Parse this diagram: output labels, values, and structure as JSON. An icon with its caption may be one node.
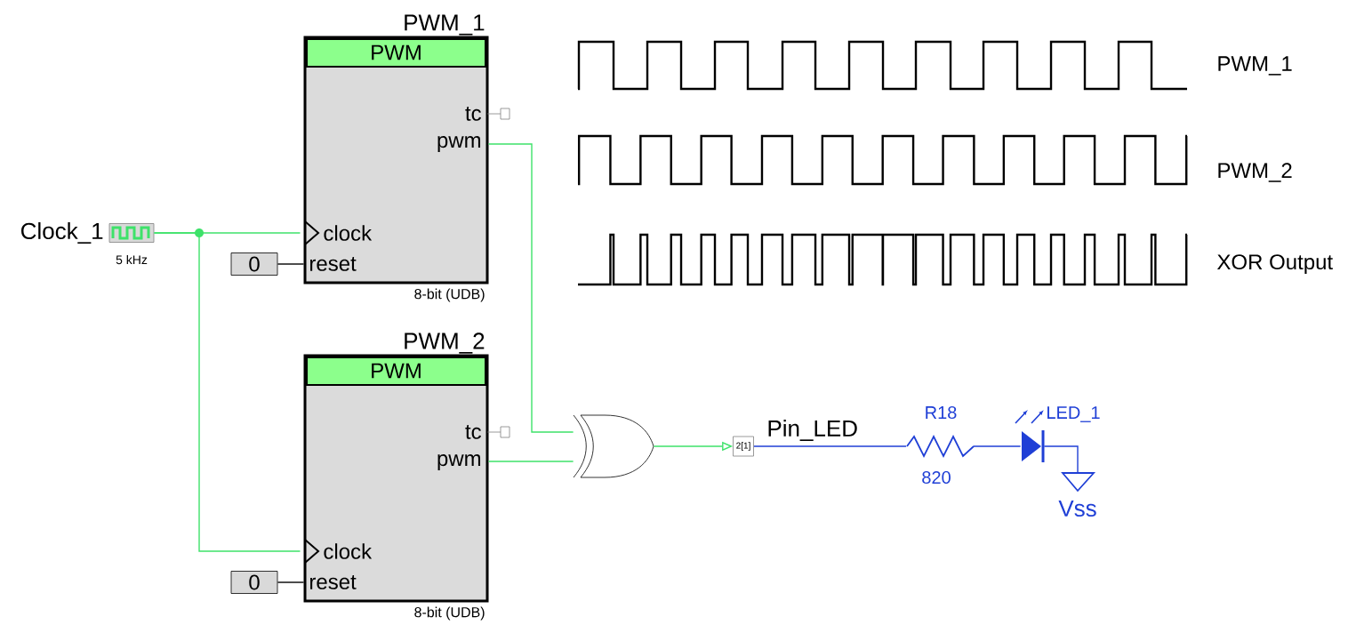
{
  "diagram": {
    "nodes": [
      {
        "text": [
          "PWM_1",
          "PWM",
          "tc",
          "pwm",
          "clock",
          "reset",
          "8-bit (UDB)"
        ]
      },
      {
        "text": [
          "PWM_2",
          "PWM",
          "tc",
          "pwm",
          "clock",
          "reset",
          "8-bit (UDB)"
        ]
      },
      {
        "text": [
          "Clock_1"
        ],
        "beside": [
          "5 kHz"
        ]
      },
      {
        "text": [
          "0"
        ]
      },
      {
        "text": [
          "0"
        ]
      },
      {
        "text": [],
        "shape": "gate"
      },
      {
        "text": [
          "2[1]"
        ],
        "beside": [
          "Pin_LED"
        ]
      },
      {
        "text": [
          "R18",
          "820"
        ]
      },
      {
        "text": [
          "LED_1"
        ]
      },
      {
        "text": [
          "Vss"
        ]
      }
    ],
    "edges": [
      {
        "from": 2,
        "to": 0,
        "arrow": "none"
      },
      {
        "from": 2,
        "to": 1,
        "arrow": "none"
      },
      {
        "from": 3,
        "to": 0,
        "arrow": "none",
        "color": "#000000"
      },
      {
        "from": 4,
        "to": 1,
        "arrow": "none",
        "color": "#000000"
      },
      {
        "from": 0,
        "to": 5,
        "arrow": "none"
      },
      {
        "from": 1,
        "to": 5,
        "arrow": "none"
      },
      {
        "from": 5,
        "to": 6,
        "arrow": "to"
      },
      {
        "from": 6,
        "to": 7,
        "arrow": "none",
        "color": "#1f3fd6"
      },
      {
        "from": 7,
        "to": 8,
        "arrow": "none",
        "color": "#1f3fd6"
      },
      {
        "from": 8,
        "to": 9,
        "arrow": "none",
        "color": "#1f3fd6"
      }
    ],
    "labels": [
      "PWM_1",
      "PWM_2",
      "XOR Output"
    ]
  }
}
